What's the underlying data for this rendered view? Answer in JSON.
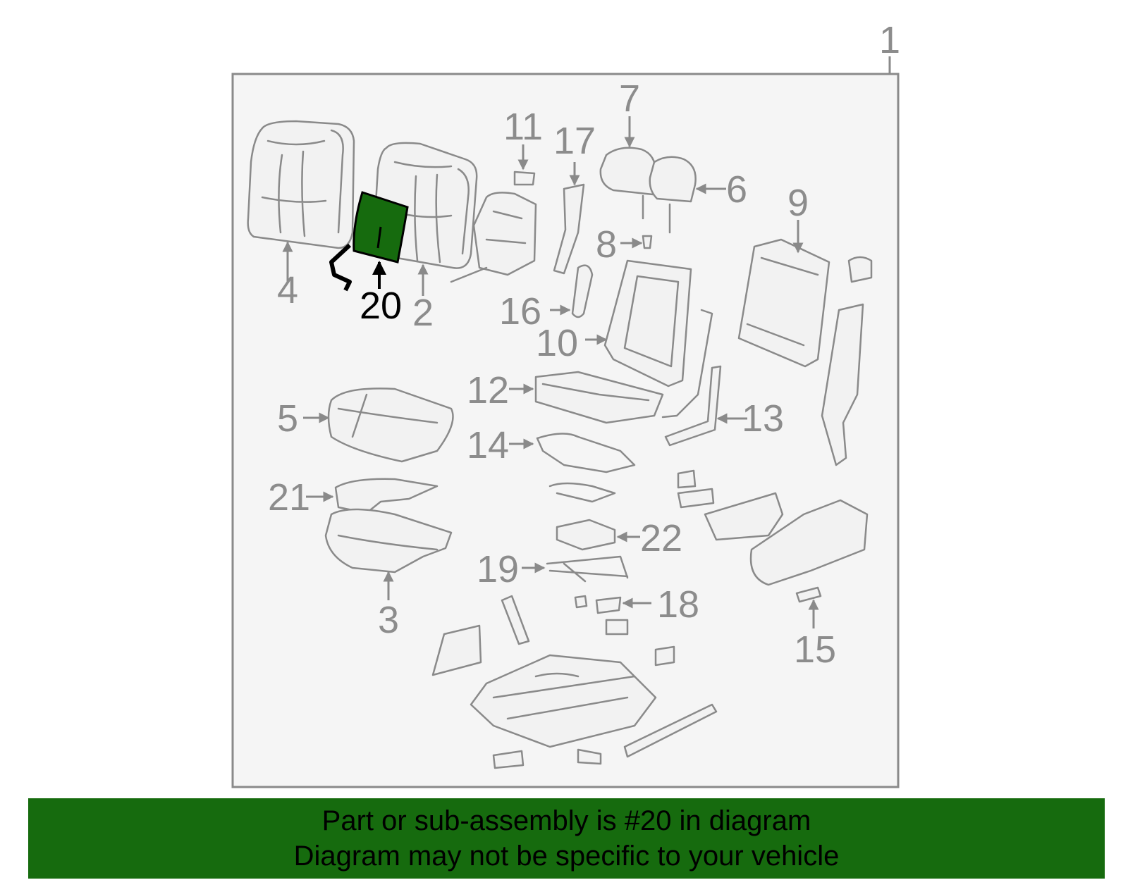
{
  "diagram": {
    "assembly_number": "1",
    "highlighted_part": "20",
    "highlight_color": "#166b0e",
    "frame_fill": "#f5f5f5",
    "callouts": [
      "2",
      "3",
      "4",
      "5",
      "6",
      "7",
      "8",
      "9",
      "10",
      "11",
      "12",
      "13",
      "14",
      "15",
      "16",
      "17",
      "18",
      "19",
      "20",
      "21",
      "22"
    ]
  },
  "banner": {
    "line1": "Part or sub-assembly is #20 in diagram",
    "line2": "Diagram may not be specific to your vehicle",
    "background": "#166b0e"
  }
}
